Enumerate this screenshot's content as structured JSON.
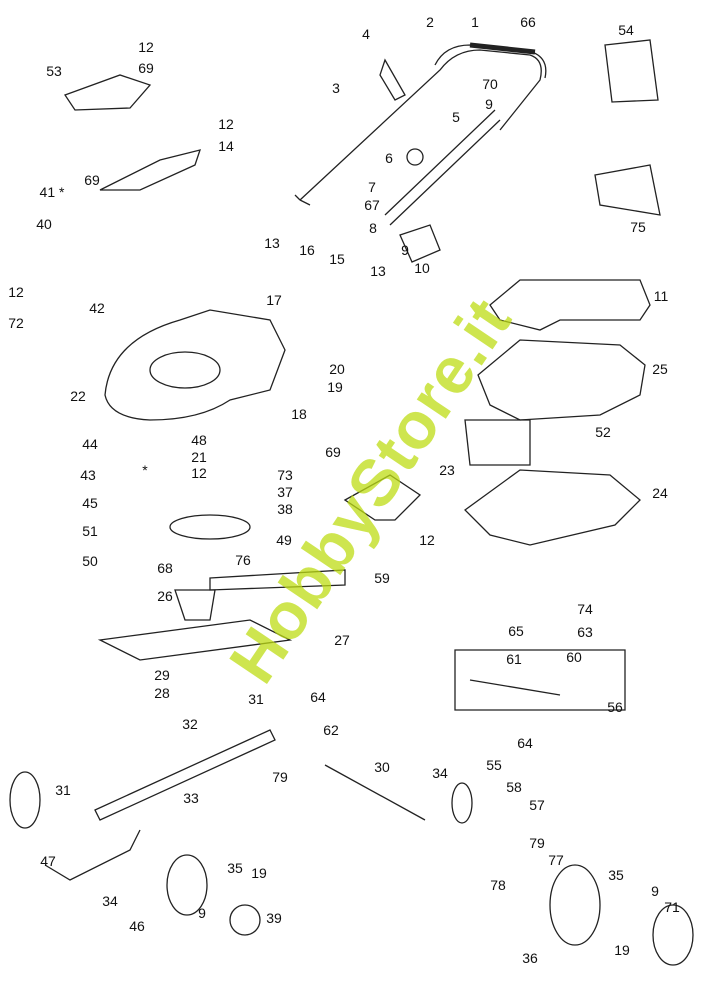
{
  "watermark": "HobbyStore.it",
  "colors": {
    "line": "#222222",
    "watermark": "#bedc14"
  },
  "labels": [
    "1",
    "2",
    "66",
    "4",
    "3",
    "70",
    "9",
    "5",
    "12",
    "69",
    "53",
    "54",
    "12",
    "14",
    "69",
    "6",
    "7",
    "67",
    "8",
    "9",
    "10",
    "75",
    "41 *",
    "40",
    "13",
    "16",
    "15",
    "13",
    "11",
    "12",
    "42",
    "72",
    "17",
    "20",
    "19",
    "25",
    "22",
    "18",
    "52",
    "44",
    "48",
    "21",
    "43",
    "*",
    "12",
    "73",
    "37",
    "38",
    "69",
    "23",
    "24",
    "45",
    "51",
    "50",
    "49",
    "76",
    "12",
    "68",
    "59",
    "26",
    "74",
    "63",
    "27",
    "65",
    "61",
    "60",
    "29",
    "28",
    "31",
    "64",
    "56",
    "32",
    "62",
    "64",
    "79",
    "30",
    "34",
    "55",
    "58",
    "57",
    "31",
    "33",
    "79",
    "77",
    "47",
    "35",
    "19",
    "34",
    "9",
    "78",
    "35",
    "9",
    "71",
    "39",
    "46",
    "19",
    "36"
  ]
}
